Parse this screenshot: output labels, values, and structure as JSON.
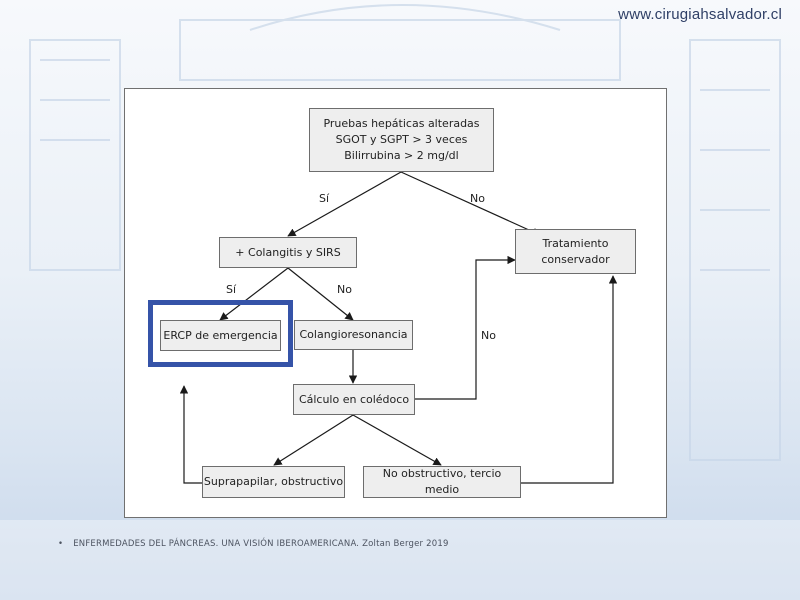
{
  "header": {
    "site_url": "www.cirugiahsalvador.cl"
  },
  "flowchart": {
    "start": {
      "line1": "Pruebas hepáticas alteradas",
      "line2": "SGOT y SGPT > 3 veces",
      "line3": "Bilirrubina > 2 mg/dl"
    },
    "colangitis": "+ Colangitis y SIRS",
    "tratamiento": {
      "line1": "Tratamiento",
      "line2": "conservador"
    },
    "ercp": "ERCP de emergencia",
    "colangioresonancia": "Colangioresonancia",
    "calculo": "Cálculo en colédoco",
    "suprapapilar": "Suprapapilar, obstructivo",
    "no_obstructivo": "No obstructivo, tercio medio",
    "edge_labels": {
      "start_si": "Sí",
      "start_no": "No",
      "colangitis_si": "Sí",
      "colangitis_no": "No",
      "calculo_no": "No"
    },
    "highlight_color": "#3553a8"
  },
  "footer": {
    "bullet": "•",
    "citation": "ENFERMEDADES  DEL PÁNCREAS. UNA VISIÓN IBEROAMERICANA. Zoltan Berger  2019"
  }
}
